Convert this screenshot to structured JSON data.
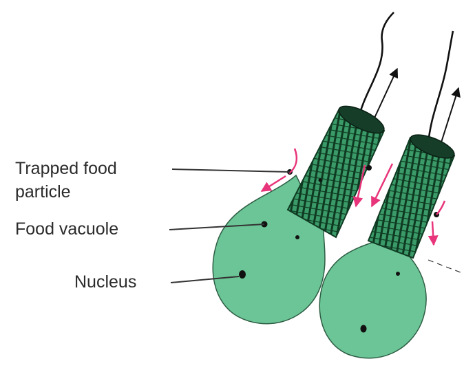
{
  "labels": {
    "trapped_food_particle_line1": "Trapped food",
    "trapped_food_particle_line2": "particle",
    "food_vacuole": "Food vacuole",
    "nucleus": "Nucleus"
  },
  "colors": {
    "cell_body": "#6cc596",
    "collar": "#2f8a5c",
    "collar_stripe": "#0f3a22",
    "flagellum": "#111111",
    "water_flow_arrow": "#e8347a",
    "leader_line": "#333333"
  },
  "icons": {
    "flow": "arrow-icon",
    "flagellum_direction": "arrowhead-icon"
  }
}
